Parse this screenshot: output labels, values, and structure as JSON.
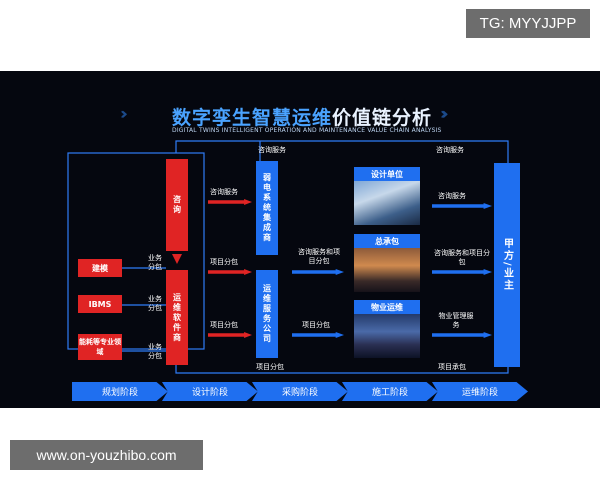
{
  "watermark_tag": "TG: MYYJJPP",
  "site_url": "www.on-youzhibo.com",
  "title": {
    "part1": "数字孪生智慧运维",
    "part2": "价值链分析"
  },
  "subtitle": "DIGITAL TWINS INTELLIGENT OPERATION AND MAINTENANCE VALUE CHAIN ANALYSIS",
  "left_boxes": [
    "建模",
    "IBMS",
    "能耗等专业领域"
  ],
  "left_labels": [
    "业务分包",
    "业务分包",
    "业务分包"
  ],
  "consult_box": "咨询",
  "software_box": "运维软件商",
  "weak_box": "弱电系统集成商",
  "service_box": "运维服务公司",
  "flow_labels": {
    "consult_service_1": "咨询服务",
    "project_sub_1": "项目分包",
    "project_sub_2": "项目分包",
    "consult_service_top": "咨询服务",
    "consult_and_project": "咨询服务和项目分包",
    "project_sub_3": "项目分包",
    "project_sub_bottom": "项目分包",
    "consult_service_top2": "咨询服务",
    "consult_service_right": "咨询服务",
    "consult_and_project_right": "咨询服务和项目分包",
    "property_service": "物业管理服务",
    "project_undertake": "项目承包"
  },
  "images": [
    "设计单位",
    "总承包",
    "物业运维"
  ],
  "owner_box": "甲方/业主",
  "stages": [
    "规划阶段",
    "设计阶段",
    "采购阶段",
    "施工阶段",
    "运维阶段"
  ]
}
